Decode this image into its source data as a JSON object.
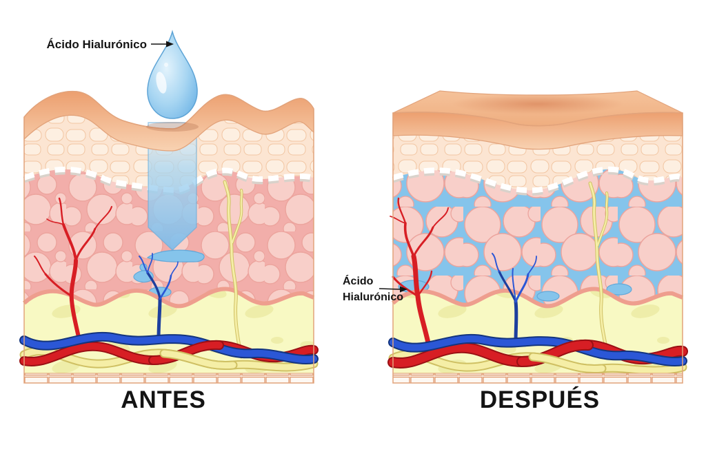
{
  "figure": {
    "left_panel": {
      "caption": "ANTES",
      "drop_label": "Ácido Hialurónico"
    },
    "right_panel": {
      "caption": "DESPUÉS",
      "label_line1": "Ácido",
      "label_line2": "Hialurónico"
    }
  },
  "colors": {
    "surface-dark": "#eda273",
    "surface-light": "#f8d2b2",
    "epidermis": "#fce5d2",
    "epidermis-cell": "#fdefe1",
    "epidermis-cell-border": "#f2c6a2",
    "membrane-white": "#ffffff",
    "membrane-shadow": "#d9d2cb",
    "dermis-gap": "#f2aeaa",
    "dermis-cell": "#f8cfc9",
    "dermis-cell-border": "#eca49d",
    "hyaluronic-blue": "#85c4eb",
    "hyaluronic-border": "#62a8d9",
    "fat": "#f8f9c3",
    "fat-blob": "#eeeda9",
    "fat-rim": "#ee9e8e",
    "artery-red": "#d71e24",
    "artery-casing": "#9a1014",
    "vein-blue": "#2b57d6",
    "vein-casing": "#14357e",
    "nerve-yellow": "#f5eea6",
    "nerve-casing": "#cfc063",
    "outline": "#e2a37b",
    "strip-border": "#dd9367",
    "text": "#141414"
  }
}
